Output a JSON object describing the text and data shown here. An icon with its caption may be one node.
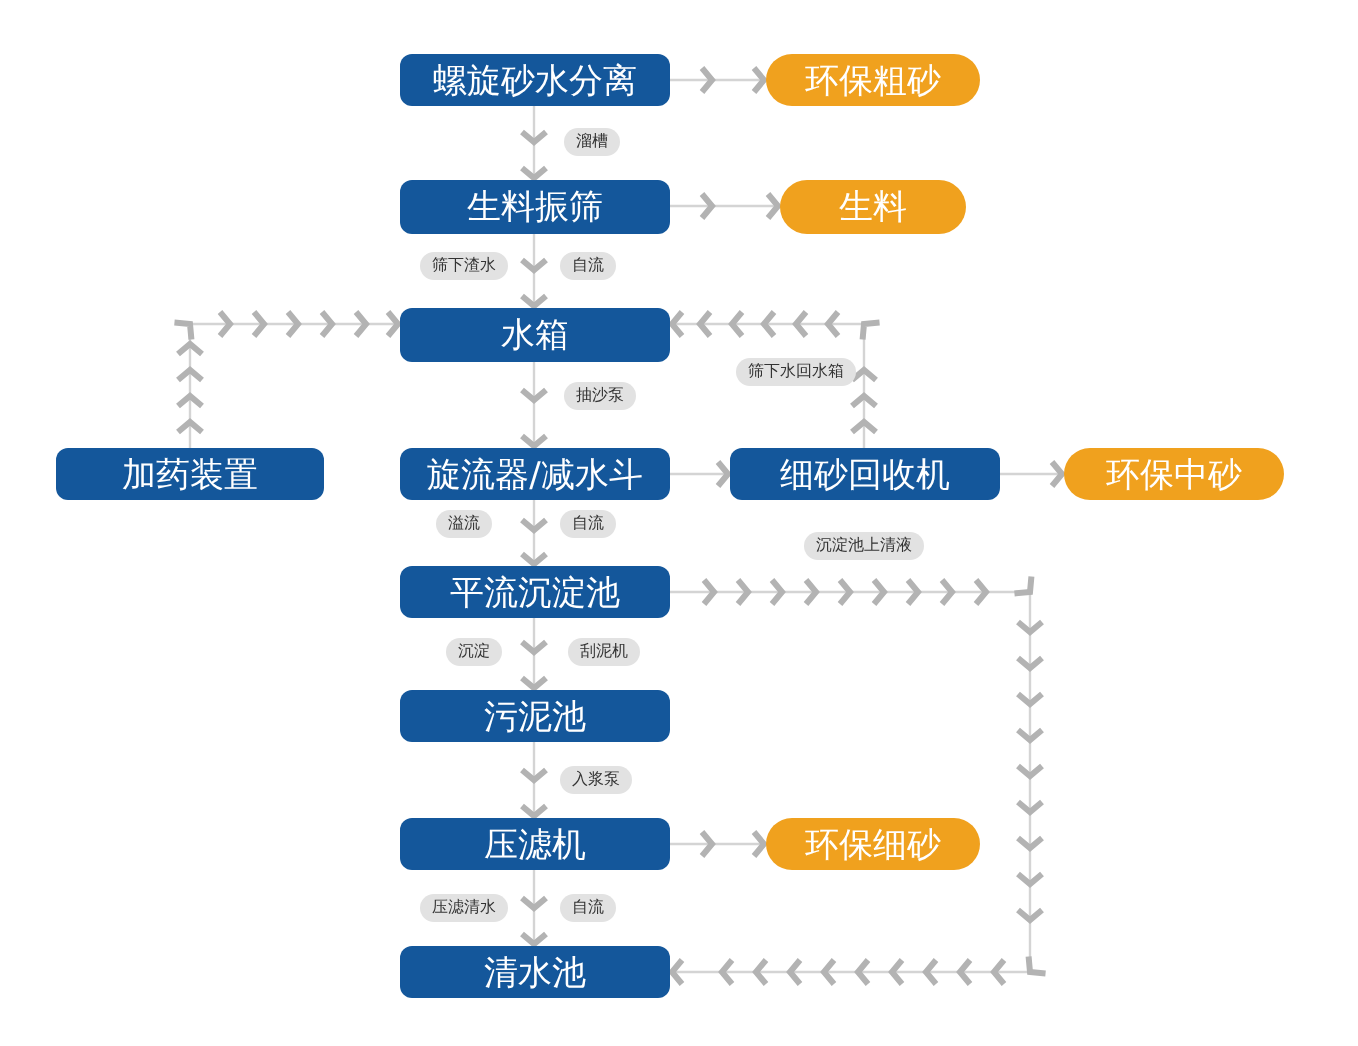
{
  "diagram": {
    "nodes": [
      {
        "text": [
          "螺旋砂水分离"
        ]
      },
      {
        "text": [
          "环保粗砂"
        ]
      },
      {
        "text": [
          "生料振筛"
        ]
      },
      {
        "text": [
          "生料"
        ]
      },
      {
        "text": [
          "水箱"
        ]
      },
      {
        "text": [
          "加药装置"
        ]
      },
      {
        "text": [
          "旋流器/减水斗"
        ]
      },
      {
        "text": [
          "细砂回收机"
        ]
      },
      {
        "text": [
          "环保中砂"
        ]
      },
      {
        "text": [
          "平流沉淀池"
        ]
      },
      {
        "text": [
          "污泥池"
        ]
      },
      {
        "text": [
          "压滤机"
        ]
      },
      {
        "text": [
          "环保细砂"
        ]
      },
      {
        "text": [
          "清水池"
        ]
      }
    ],
    "edges": [
      {
        "from": 0,
        "to": 1,
        "arrow": "to"
      },
      {
        "from": 0,
        "to": 2,
        "arrow": "to",
        "label": "溜槽"
      },
      {
        "from": 2,
        "to": 3,
        "arrow": "to"
      },
      {
        "from": 2,
        "to": 4,
        "arrow": "to",
        "label": "筛下渣水"
      },
      {
        "from": 5,
        "to": 4,
        "arrow": "to"
      },
      {
        "from": 4,
        "to": 6,
        "arrow": "to",
        "label": "抽沙泵"
      },
      {
        "from": 6,
        "to": 7,
        "arrow": "to"
      },
      {
        "from": 7,
        "to": 8,
        "arrow": "to"
      },
      {
        "from": 7,
        "to": 4,
        "arrow": "to",
        "label": "筛下水回水箱"
      },
      {
        "from": 6,
        "to": 9,
        "arrow": "to",
        "label": "溢流"
      },
      {
        "from": 9,
        "to": 13,
        "arrow": "to",
        "label": "沉淀池上清液"
      },
      {
        "from": 9,
        "to": 10,
        "arrow": "to",
        "label": "沉淀"
      },
      {
        "from": 10,
        "to": 11,
        "arrow": "to",
        "label": "入浆泵"
      },
      {
        "from": 11,
        "to": 12,
        "arrow": "to"
      },
      {
        "from": 11,
        "to": 13,
        "arrow": "to",
        "label": "压滤清水"
      }
    ],
    "labels": [
      "自流",
      "自流",
      "刮泥机",
      "自流"
    ]
  }
}
